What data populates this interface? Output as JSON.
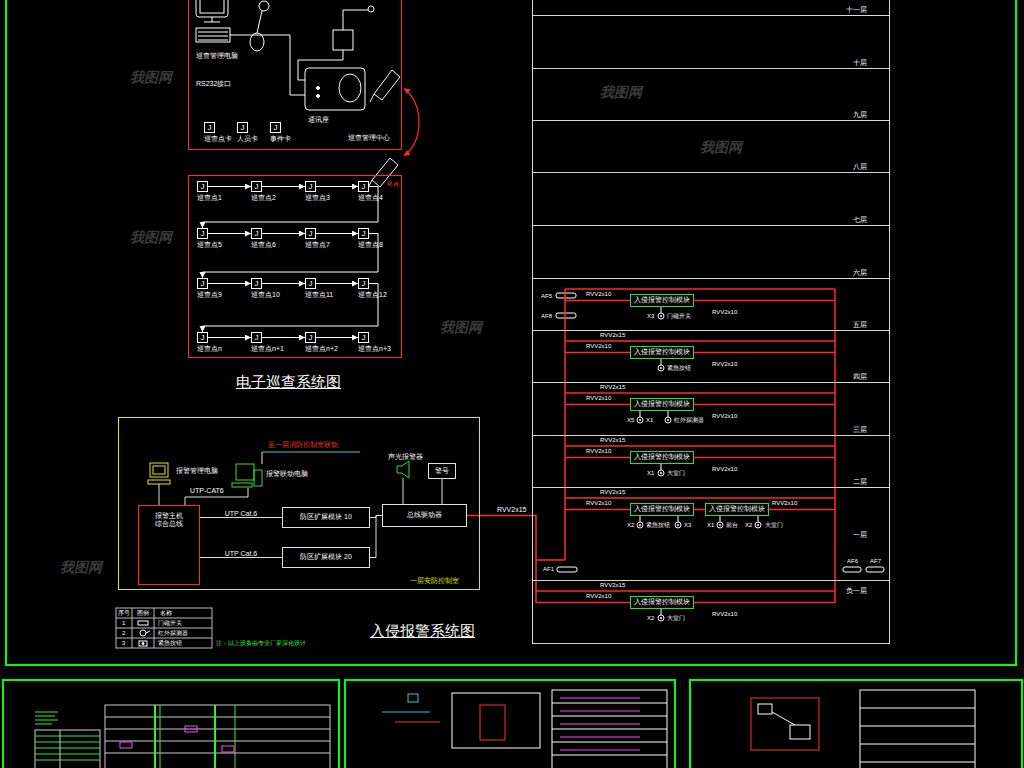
{
  "diagram": {
    "nodes": [
      {
        "text": [
          "巡查管理中心"
        ]
      },
      {
        "text": [
          "J",
          "巡查点卡"
        ],
        "in": 0
      },
      {
        "text": [
          "J",
          "人员卡"
        ],
        "in": 0
      },
      {
        "text": [
          "J",
          "事件卡"
        ],
        "in": 0
      },
      {
        "text": [
          "终点"
        ]
      },
      {
        "text": [
          "J",
          "巡查点1"
        ],
        "in": 4
      },
      {
        "text": [
          "J",
          "巡查点2"
        ],
        "in": 4
      },
      {
        "text": [
          "J",
          "巡查点3"
        ],
        "in": 4
      },
      {
        "text": [
          "J",
          "巡查点4"
        ],
        "in": 4
      },
      {
        "text": [
          "J",
          "巡查点5"
        ],
        "in": 4
      },
      {
        "text": [
          "J",
          "巡查点6"
        ],
        "in": 4
      },
      {
        "text": [
          "J",
          "巡查点7"
        ],
        "in": 4
      },
      {
        "text": [
          "J",
          "巡查点8"
        ],
        "in": 4
      },
      {
        "text": [
          "J",
          "巡查点9"
        ],
        "in": 4
      },
      {
        "text": [
          "J",
          "巡查点10"
        ],
        "in": 4
      },
      {
        "text": [
          "J",
          "巡查点11"
        ],
        "in": 4
      },
      {
        "text": [
          "J",
          "巡查点12"
        ],
        "in": 4
      },
      {
        "text": [
          "J",
          "巡查点n"
        ],
        "in": 4
      },
      {
        "text": [
          "J",
          "巡查点n+1"
        ],
        "in": 4
      },
      {
        "text": [
          "J",
          "巡查点n+2"
        ],
        "in": 4
      },
      {
        "text": [
          "J",
          "巡查点n+3"
        ],
        "in": 4
      },
      {
        "text": [
          "一层安防控制室"
        ]
      },
      {
        "text": [
          "报警主机",
          "综合总线"
        ],
        "in": 21
      },
      {
        "text": [
          "防区扩展模块 10"
        ],
        "in": 21
      },
      {
        "text": [
          "防区扩展模块 20"
        ],
        "in": 21
      },
      {
        "text": [
          "总线驱动器"
        ],
        "in": 21
      },
      {
        "text": [
          "警号"
        ],
        "in": 21
      },
      {
        "text": [
          "十一层"
        ]
      },
      {
        "text": [
          "十层"
        ]
      },
      {
        "text": [
          "九层"
        ]
      },
      {
        "text": [
          "八层"
        ]
      },
      {
        "text": [
          "七层"
        ]
      },
      {
        "text": [
          "六层"
        ]
      },
      {
        "text": [
          "五层"
        ]
      },
      {
        "text": [
          "四层"
        ]
      },
      {
        "text": [
          "三层"
        ]
      },
      {
        "text": [
          "二层"
        ]
      },
      {
        "text": [
          "一层"
        ]
      },
      {
        "text": [
          "负一层"
        ]
      },
      {
        "text": [
          "入侵报警控制模块"
        ],
        "in": 33
      },
      {
        "text": [
          "入侵报警控制模块"
        ],
        "in": 34
      },
      {
        "text": [
          "入侵报警控制模块"
        ],
        "in": 35
      },
      {
        "text": [
          "入侵报警控制模块"
        ],
        "in": 36
      },
      {
        "text": [
          "入侵报警控制模块"
        ],
        "in": 37
      },
      {
        "text": [
          "入侵报警控制模块"
        ],
        "in": 37
      },
      {
        "text": [
          "入侵报警控制模块"
        ],
        "in": 38
      }
    ],
    "edges": [
      {
        "from": 5,
        "to": 6,
        "arrow": "to"
      },
      {
        "from": 6,
        "to": 7,
        "arrow": "to"
      },
      {
        "from": 7,
        "to": 8,
        "arrow": "to"
      },
      {
        "from": 8,
        "to": 9,
        "arrow": "to"
      },
      {
        "from": 9,
        "to": 10,
        "arrow": "to"
      },
      {
        "from": 10,
        "to": 11,
        "arrow": "to"
      },
      {
        "from": 11,
        "to": 12,
        "arrow": "to"
      },
      {
        "from": 12,
        "to": 13,
        "arrow": "to"
      },
      {
        "from": 13,
        "to": 14,
        "arrow": "to"
      },
      {
        "from": 14,
        "to": 15,
        "arrow": "to"
      },
      {
        "from": 15,
        "to": 16,
        "arrow": "to"
      },
      {
        "from": 16,
        "to": 17,
        "arrow": "to"
      },
      {
        "from": 17,
        "to": 18,
        "arrow": "to"
      },
      {
        "from": 18,
        "to": 19,
        "arrow": "to"
      },
      {
        "from": 19,
        "to": 20,
        "arrow": "to"
      },
      {
        "from": 22,
        "to": 23,
        "label": "UTP Cat.6",
        "arrow": "none"
      },
      {
        "from": 22,
        "to": 24,
        "label": "UTP Cat.6",
        "arrow": "none"
      },
      {
        "from": 23,
        "to": 25,
        "arrow": "none"
      },
      {
        "from": 24,
        "to": 25,
        "arrow": "none"
      },
      {
        "from": 25,
        "to": 26,
        "arrow": "none"
      }
    ],
    "labels": [
      "电子巡查系统图",
      "入侵报警系统图",
      "巡查管理电脑",
      "RS232接口",
      "通讯座",
      "报警管理电脑",
      "报警联动电脑",
      "UTP-CAT6",
      "至一层消防控制室联动",
      "声光报警器",
      "RVV2x15",
      "序号",
      "图例",
      "名称",
      "1",
      "2",
      "3",
      "注：以上设备由专业厂家深化设计",
      "AF5",
      "AF8",
      "AF1",
      "AF6",
      "AF7",
      "RVV2x10",
      "RVV2x10",
      "RVV2x15",
      "RVV2x10",
      "RVV2x10",
      "RVV2x15",
      "RVV2x10",
      "RVV2x10",
      "RVV2x15",
      "RVV2x10",
      "RVV2x10",
      "RVV2x15",
      "RVV2x10",
      "RVV2x10",
      "RVV2x15",
      "RVV2x10",
      "RVV2x10",
      "X3",
      "门磁开关",
      "紧急按钮",
      "X5",
      "X1",
      "红外探测器",
      "X1",
      "大堂门",
      "X2",
      "紧急按钮",
      "X3",
      "X1",
      "前台",
      "X2",
      "大堂门",
      "X2",
      "大堂门",
      "我图网",
      "我图网",
      "我图网",
      "我图网",
      "我图网",
      "我图网"
    ],
    "legend": [
      {
        "text": "门磁开关"
      },
      {
        "text": "红外探测器"
      },
      {
        "text": "紧急按钮"
      }
    ]
  }
}
